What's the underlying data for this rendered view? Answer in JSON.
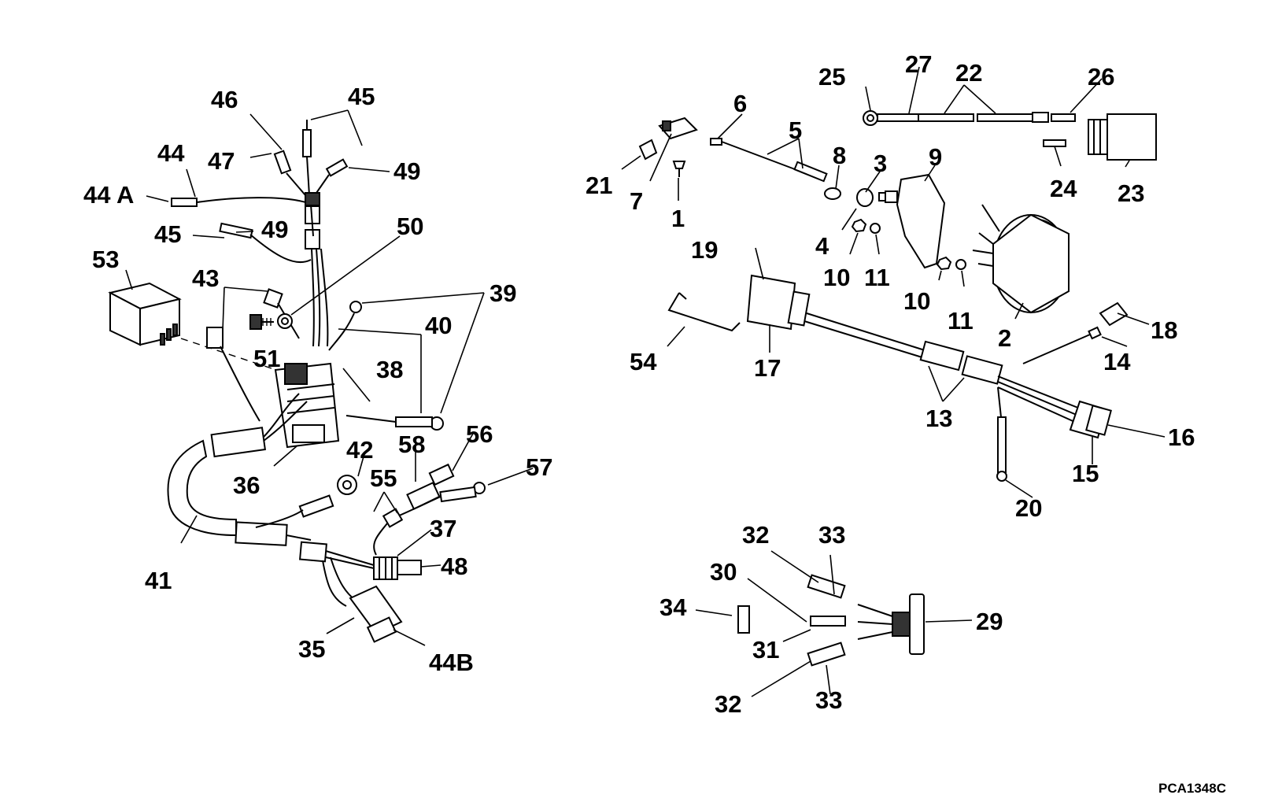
{
  "diagram": {
    "drawing_code": "PCA1348C",
    "callouts": [
      {
        "id": "c46",
        "text": "46"
      },
      {
        "id": "c45a",
        "text": "45"
      },
      {
        "id": "c44",
        "text": "44"
      },
      {
        "id": "c47",
        "text": "47"
      },
      {
        "id": "c49a",
        "text": "49"
      },
      {
        "id": "c44a",
        "text": "44 A"
      },
      {
        "id": "c45b",
        "text": "45"
      },
      {
        "id": "c49b",
        "text": "49"
      },
      {
        "id": "c50",
        "text": "50"
      },
      {
        "id": "c53",
        "text": "53"
      },
      {
        "id": "c43",
        "text": "43"
      },
      {
        "id": "c39",
        "text": "39"
      },
      {
        "id": "c40",
        "text": "40"
      },
      {
        "id": "c51",
        "text": "51"
      },
      {
        "id": "c38",
        "text": "38"
      },
      {
        "id": "c56",
        "text": "56"
      },
      {
        "id": "c58",
        "text": "58"
      },
      {
        "id": "c42",
        "text": "42"
      },
      {
        "id": "c57",
        "text": "57"
      },
      {
        "id": "c36",
        "text": "36"
      },
      {
        "id": "c55",
        "text": "55"
      },
      {
        "id": "c37",
        "text": "37"
      },
      {
        "id": "c48",
        "text": "48"
      },
      {
        "id": "c41",
        "text": "41"
      },
      {
        "id": "c35",
        "text": "35"
      },
      {
        "id": "c44b",
        "text": "44B"
      },
      {
        "id": "c25",
        "text": "25"
      },
      {
        "id": "c27",
        "text": "27"
      },
      {
        "id": "c22",
        "text": "22"
      },
      {
        "id": "c26",
        "text": "26"
      },
      {
        "id": "c6",
        "text": "6"
      },
      {
        "id": "c5",
        "text": "5"
      },
      {
        "id": "c8",
        "text": "8"
      },
      {
        "id": "c3",
        "text": "3"
      },
      {
        "id": "c9",
        "text": "9"
      },
      {
        "id": "c21",
        "text": "21"
      },
      {
        "id": "c7",
        "text": "7"
      },
      {
        "id": "c1",
        "text": "1"
      },
      {
        "id": "c24",
        "text": "24"
      },
      {
        "id": "c23",
        "text": "23"
      },
      {
        "id": "c19",
        "text": "19"
      },
      {
        "id": "c4",
        "text": "4"
      },
      {
        "id": "c10a",
        "text": "10"
      },
      {
        "id": "c11a",
        "text": "11"
      },
      {
        "id": "c10b",
        "text": "10"
      },
      {
        "id": "c11b",
        "text": "11"
      },
      {
        "id": "c2",
        "text": "2"
      },
      {
        "id": "c18",
        "text": "18"
      },
      {
        "id": "c14",
        "text": "14"
      },
      {
        "id": "c54",
        "text": "54"
      },
      {
        "id": "c17",
        "text": "17"
      },
      {
        "id": "c13",
        "text": "13"
      },
      {
        "id": "c16",
        "text": "16"
      },
      {
        "id": "c15",
        "text": "15"
      },
      {
        "id": "c20",
        "text": "20"
      },
      {
        "id": "c32a",
        "text": "32"
      },
      {
        "id": "c33a",
        "text": "33"
      },
      {
        "id": "c30",
        "text": "30"
      },
      {
        "id": "c29",
        "text": "29"
      },
      {
        "id": "c34",
        "text": "34"
      },
      {
        "id": "c31",
        "text": "31"
      },
      {
        "id": "c32b",
        "text": "32"
      },
      {
        "id": "c33b",
        "text": "33"
      }
    ]
  }
}
